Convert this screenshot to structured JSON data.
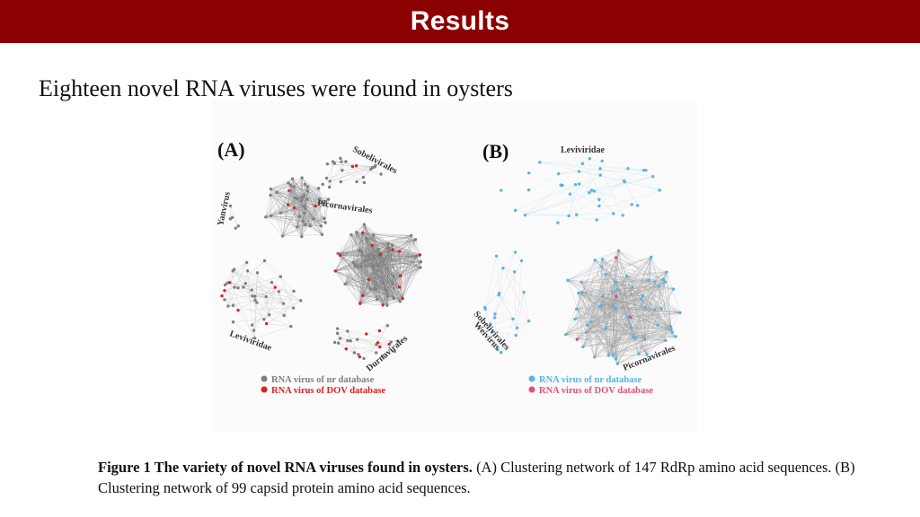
{
  "header": {
    "title": "Results"
  },
  "slide": {
    "subtitle": "Eighteen novel RNA viruses were found in oysters"
  },
  "figure": {
    "panel_a": {
      "label": "(A)",
      "cluster_labels": {
        "sobelivirales": "Sobelivirales",
        "yanvirus": "Yanvirus",
        "picornavirales": "Picornavirales",
        "leviviridae": "Leviviridae",
        "durnavirales": "Durnavirales"
      },
      "legend": {
        "nr": "RNA virus of nr database",
        "dov": "RNA virus of DOV database"
      }
    },
    "panel_b": {
      "label": "(B)",
      "cluster_labels": {
        "leviviridae": "Leviviridae",
        "sobelivirales_weivirus_1": "Sobelivirales",
        "sobelivirales_weivirus_2": "Weivirus",
        "picornavirales": "Picornavirales"
      },
      "legend": {
        "nr": "RNA virus of nr database",
        "dov": "RNA virus of DOV database"
      }
    },
    "colors": {
      "nr_a": "#808080",
      "dov": "#e02020",
      "nr_b": "#5ab4e6",
      "dov_b": "#e0507a"
    }
  },
  "caption": {
    "bold": "Figure 1  The variety of novel RNA viruses found in oysters.",
    "text": " (A) Clustering network of 147 RdRp amino acid sequences. (B) Clustering network of 99 capsid protein amino acid sequences."
  }
}
